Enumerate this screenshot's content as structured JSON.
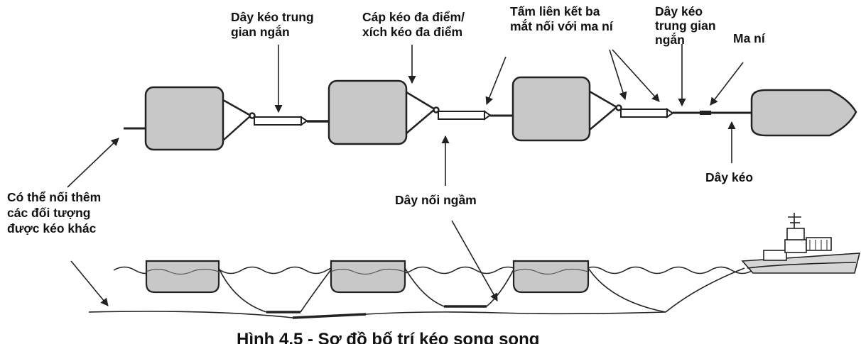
{
  "labels": {
    "short_pennant_1": [
      "Dây kéo trung",
      "gian ngắn"
    ],
    "multipoint_cable": [
      "Cáp kéo đa điểm/",
      "xích kéo đa điểm"
    ],
    "triangle_plate": [
      "Tấm liên kết ba",
      "mắt nối với ma ní"
    ],
    "short_pennant_2": [
      "Dây kéo",
      "trung gian",
      "ngắn"
    ],
    "shackle": "Ma ní",
    "tow_line": "Dây kéo",
    "submerged_line": "Dây nối ngầm",
    "more_objects": [
      "Có thể nối thêm",
      "các đối tượng",
      "được kéo khác"
    ]
  },
  "caption": "Hình 4.5 - Sơ đồ bố trí kéo song song",
  "colors": {
    "barge_fill": "#c8c8c8",
    "stroke": "#222222",
    "background": "#ffffff"
  }
}
